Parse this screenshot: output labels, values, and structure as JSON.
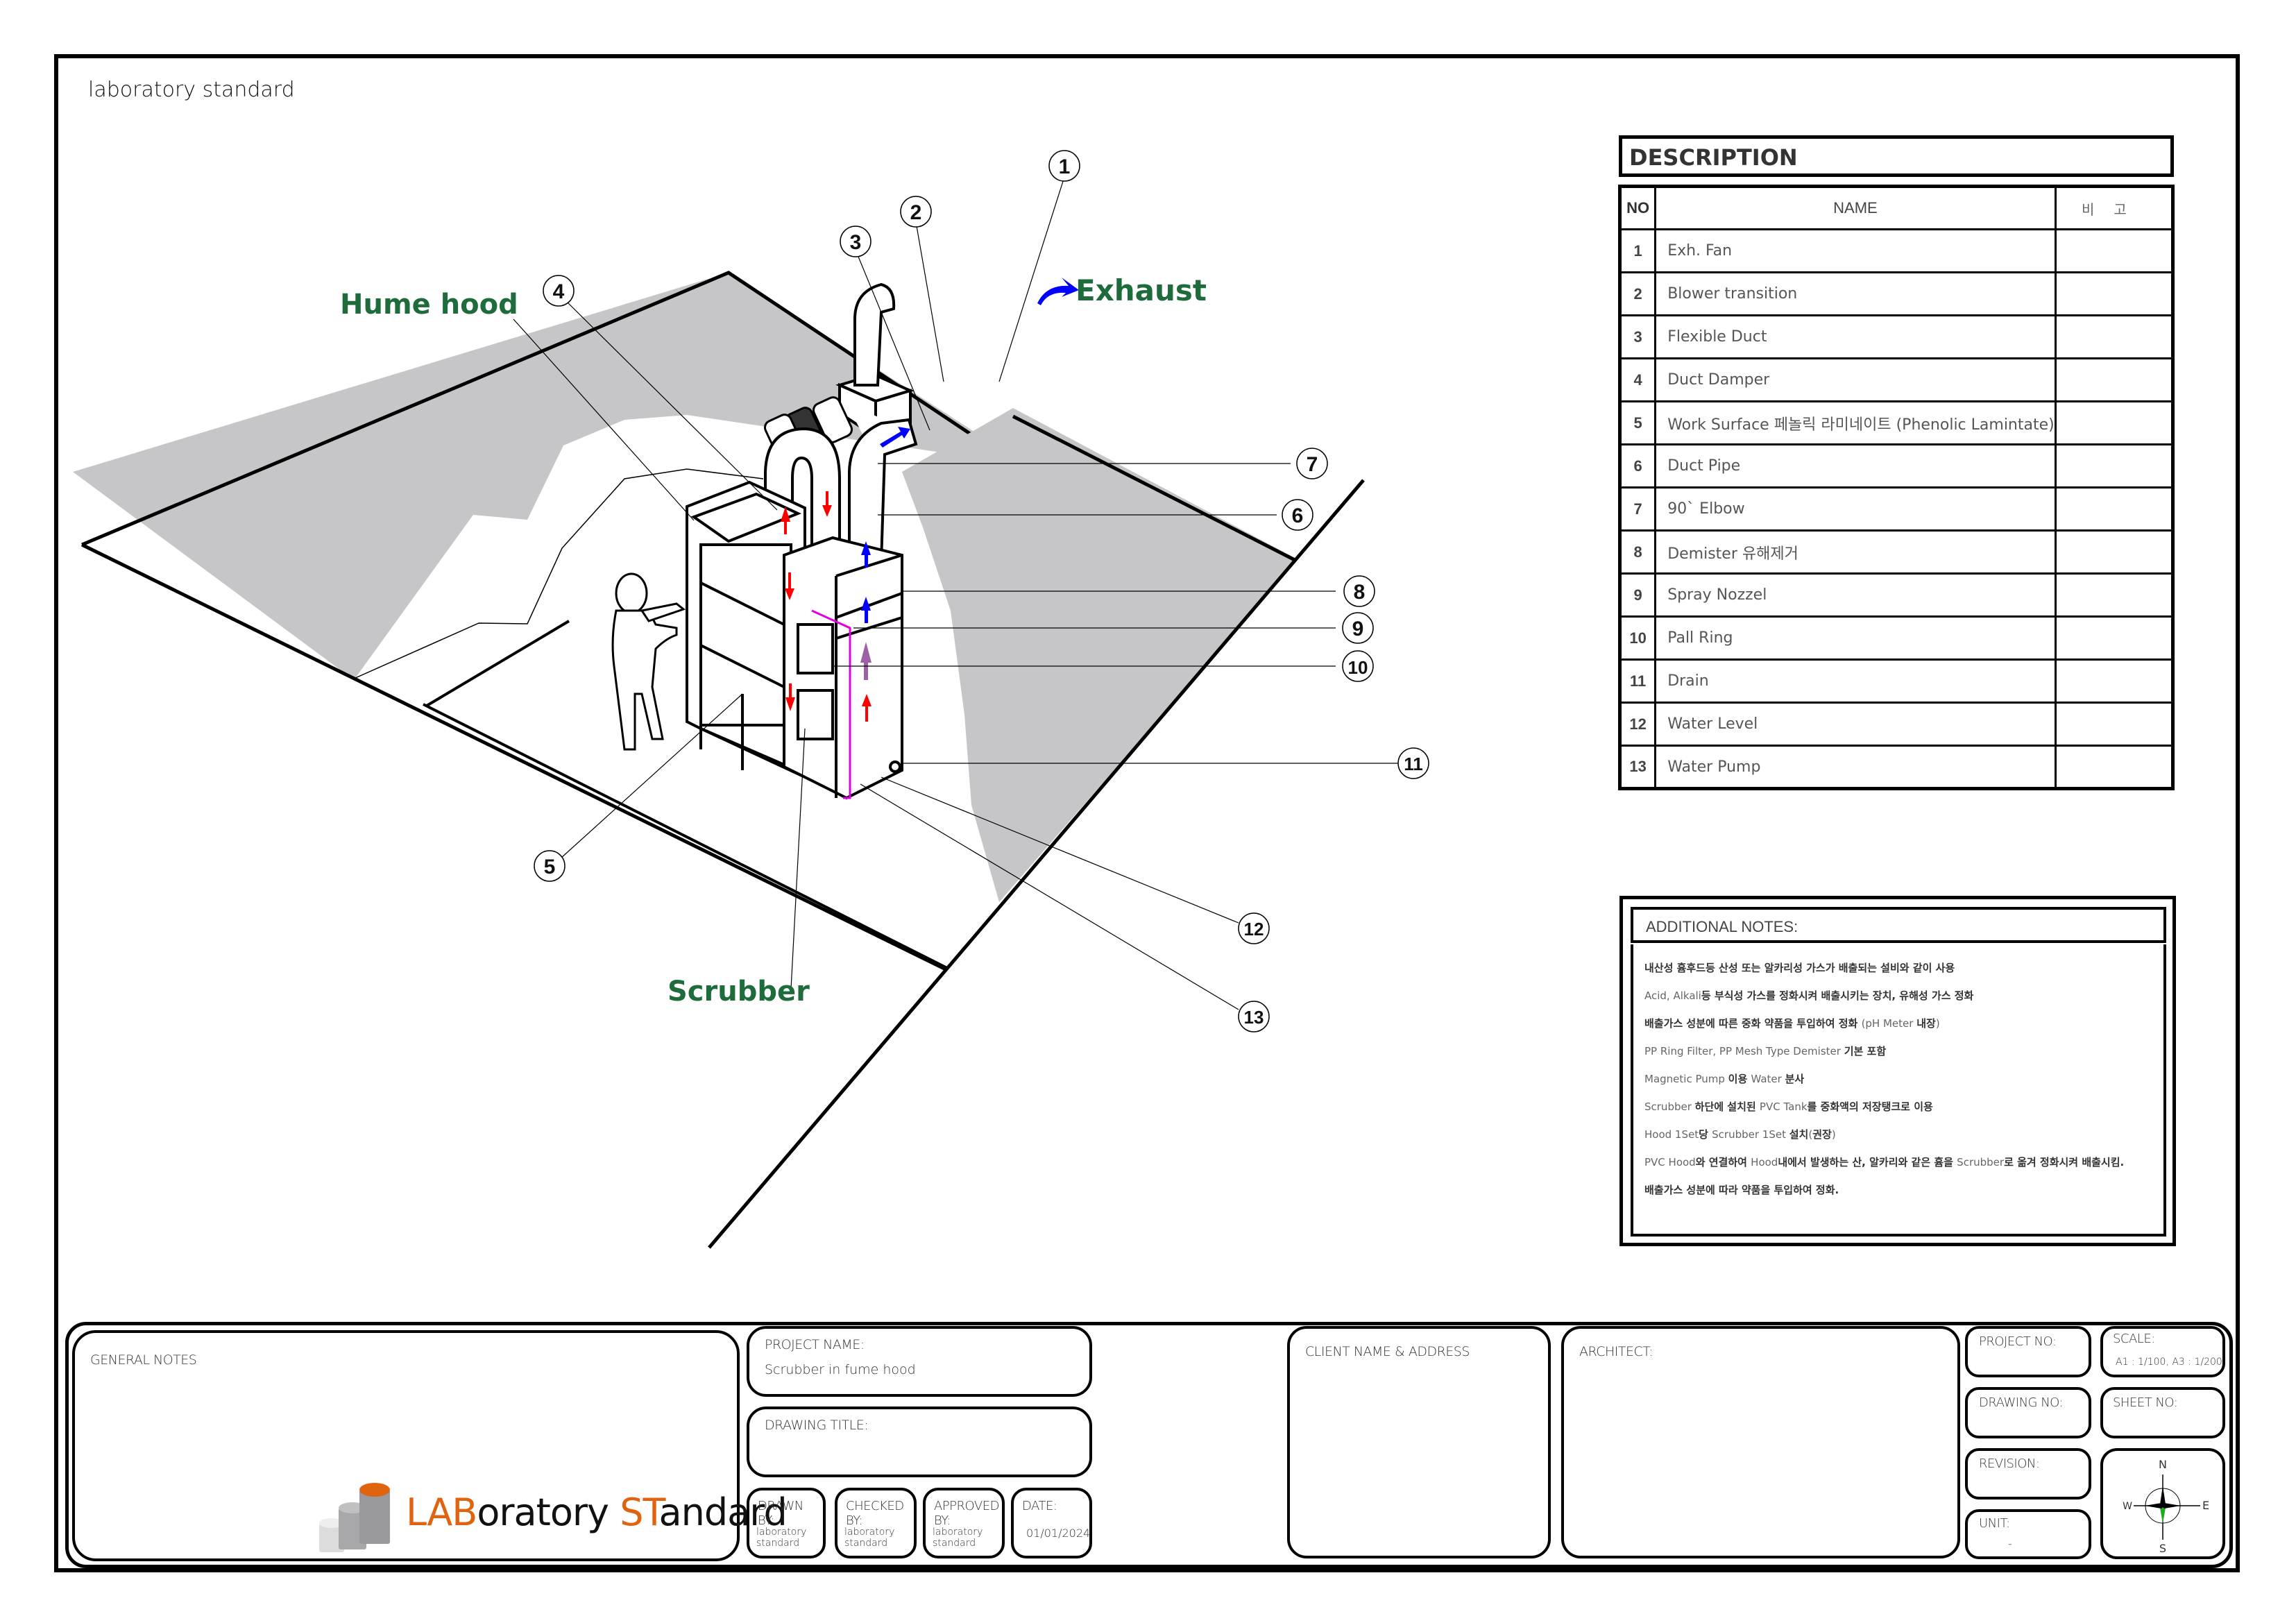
{
  "sheet_label": "laboratory standard",
  "diagram": {
    "labels": {
      "hume_hood": "Hume hood",
      "exhaust": "Exhaust",
      "scrubber": "Scrubber"
    },
    "callouts": [
      "1",
      "2",
      "3",
      "4",
      "5",
      "6",
      "7",
      "8",
      "9",
      "10",
      "11",
      "12",
      "13"
    ],
    "colors": {
      "label_green": "#1e6b3c",
      "wall_gray": "#c6c6c9",
      "flow_red": "#ff0000",
      "flow_blue": "#0000ff",
      "flow_purple": "#a060a8",
      "spray_magenta": "#e000e0"
    }
  },
  "description": {
    "title": "DESCRIPTION",
    "headers": {
      "no": "NO",
      "name": "NAME",
      "remark": "비고"
    },
    "rows": [
      {
        "no": "1",
        "name": "Exh. Fan"
      },
      {
        "no": "2",
        "name": "Blower transition"
      },
      {
        "no": "3",
        "name": "Flexible Duct"
      },
      {
        "no": "4",
        "name": "Duct Damper"
      },
      {
        "no": "5",
        "name": "Work Surface 페놀릭 라미네이트 (Phenolic Lamintate)"
      },
      {
        "no": "6",
        "name": "Duct Pipe"
      },
      {
        "no": "7",
        "name": "90` Elbow"
      },
      {
        "no": "8",
        "name": "Demister 유해제거"
      },
      {
        "no": "9",
        "name": "Spray Nozzel"
      },
      {
        "no": "10",
        "name": "Pall Ring"
      },
      {
        "no": "11",
        "name": "Drain"
      },
      {
        "no": "12",
        "name": "Water Level"
      },
      {
        "no": "13",
        "name": "Water Pump"
      }
    ]
  },
  "additional_notes": {
    "title": "ADDITIONAL NOTES:",
    "lines": [
      [
        {
          "t": "내산성 흄후드등 산성 또는 알카리성 가스가 배출되는 설비와 같이 사용",
          "k": "kr"
        }
      ],
      [
        {
          "t": "Acid, Alkali",
          "k": "latin"
        },
        {
          "t": "등 부식성 가스를 정화시켜 배출시키는 장치, 유해성 가스 정화",
          "k": "kr"
        }
      ],
      [
        {
          "t": "배출가스 성분에 따른 중화 약품을 투입하여 정화 ",
          "k": "kr"
        },
        {
          "t": "(pH Meter ",
          "k": "latin"
        },
        {
          "t": "내장",
          "k": "kr"
        },
        {
          "t": ")",
          "k": "latin"
        }
      ],
      [
        {
          "t": "PP Ring Filter, PP Mesh Type Demister ",
          "k": "latin"
        },
        {
          "t": "기본 포함",
          "k": "kr"
        }
      ],
      [
        {
          "t": "Magnetic Pump ",
          "k": "latin"
        },
        {
          "t": "이용 ",
          "k": "kr"
        },
        {
          "t": "Water ",
          "k": "latin"
        },
        {
          "t": "분사",
          "k": "kr"
        }
      ],
      [
        {
          "t": "Scrubber ",
          "k": "latin"
        },
        {
          "t": "하단에 설치된 ",
          "k": "kr"
        },
        {
          "t": "PVC Tank",
          "k": "latin"
        },
        {
          "t": "를 중화액의 저장탱크로 이용",
          "k": "kr"
        }
      ],
      [
        {
          "t": "Hood 1Set",
          "k": "latin"
        },
        {
          "t": "당 ",
          "k": "kr"
        },
        {
          "t": "Scrubber 1Set ",
          "k": "latin"
        },
        {
          "t": "설치",
          "k": "kr"
        },
        {
          "t": "(",
          "k": "latin"
        },
        {
          "t": "권장",
          "k": "kr"
        },
        {
          "t": ")",
          "k": "latin"
        }
      ],
      [
        {
          "t": "PVC Hood",
          "k": "latin"
        },
        {
          "t": "와 연결하여 ",
          "k": "kr"
        },
        {
          "t": "Hood",
          "k": "latin"
        },
        {
          "t": "내에서 발생하는 산, 알카리와 같은 흄을 ",
          "k": "kr"
        },
        {
          "t": "Scrubber",
          "k": "latin"
        },
        {
          "t": "로 옮겨 정화시켜 배출시킴.",
          "k": "kr"
        }
      ],
      [
        {
          "t": "배출가스 성분에 따라 약품을 투입하여 정화.",
          "k": "kr"
        }
      ]
    ]
  },
  "title_block": {
    "general_notes": "GENERAL NOTES",
    "logo": {
      "part1_accent": "LAB",
      "part1_rest": "oratory ",
      "part2_accent": "ST",
      "part2_rest": "andard",
      "accent_color": "#e0640f"
    },
    "project_name_label": "PROJECT NAME:",
    "project_name": "Scrubber in fume hood",
    "drawing_title_label": "DRAWING TITLE:",
    "drawing_title": "",
    "drawn_by_label": "DRAWN BY:",
    "drawn_by": "laboratory standard",
    "checked_by_label": "CHECKED BY:",
    "checked_by": "laboratory standard",
    "approved_by_label": "APPROVED BY:",
    "approved_by": "laboratory standard",
    "date_label": "DATE:",
    "date": "01/01/2024",
    "client_label": "CLIENT NAME & ADDRESS",
    "architect_label": "ARCHITECT:",
    "project_no_label": "PROJECT NO:",
    "project_no": "",
    "scale_label": "SCALE:",
    "scale": "A1 : 1/100, A3 : 1/200",
    "drawing_no_label": "DRAWING NO:",
    "drawing_no": "",
    "sheet_no_label": "SHEET NO:",
    "sheet_no": "",
    "revision_label": "REVISION:",
    "revision": "",
    "unit_label": "UNIT:",
    "unit": "-",
    "compass": {
      "n": "N",
      "s": "S",
      "e": "E",
      "w": "W"
    }
  }
}
